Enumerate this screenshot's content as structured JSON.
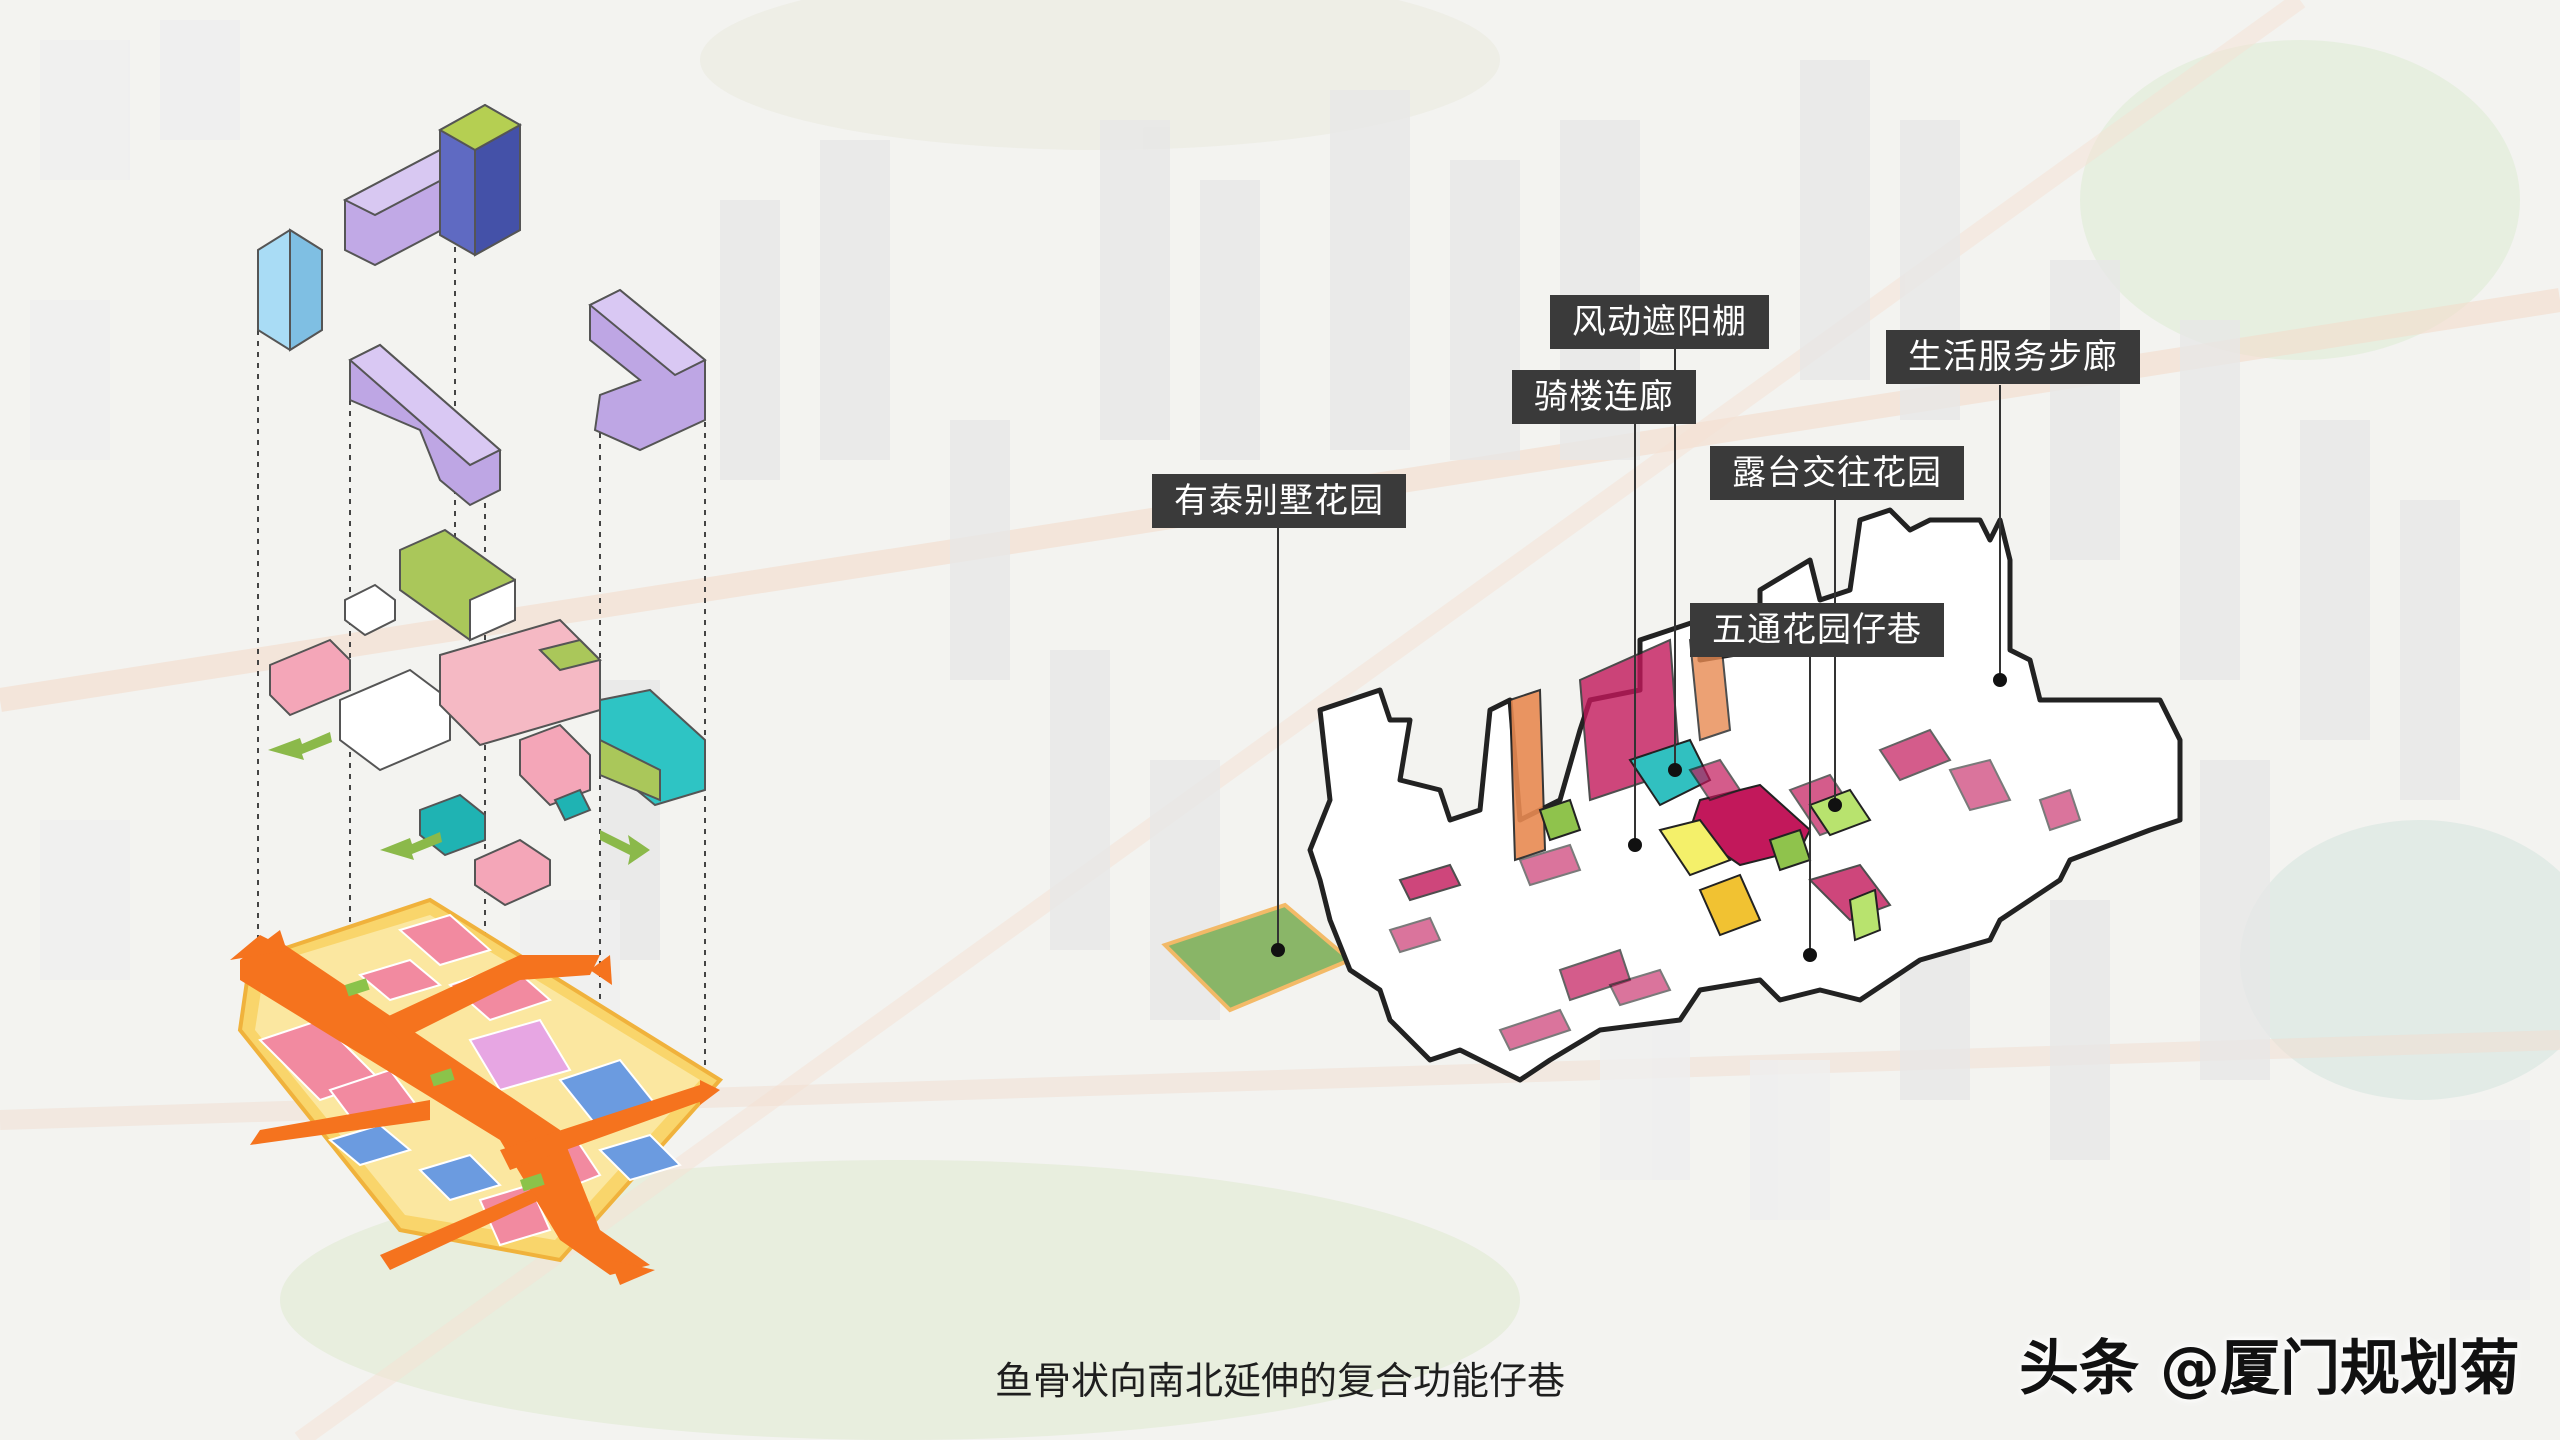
{
  "callouts": {
    "wind_canopy": "风动遮阳棚",
    "arcade_corridor": "骑楼连廊",
    "life_service_walk": "生活服务步廊",
    "terrace_garden": "露台交往花园",
    "youtai_villa_garden": "有泰别墅花园",
    "wutong_garden_lane": "五通花园仔巷"
  },
  "caption": "鱼骨状向南北延伸的复合功能仔巷",
  "watermark": "头条 @厦门规划菊",
  "colors": {
    "purple_block": "#b39ddb",
    "tower_blue": "#5c6bc0",
    "light_blue_tower": "#9fd3f0",
    "lime_roof": "#a8c94e",
    "teal": "#2ec4c4",
    "pink": "#f28aa0",
    "orange_axis": "#f5731e",
    "magenta": "#c2185b",
    "base_yellow": "#f7c948"
  }
}
